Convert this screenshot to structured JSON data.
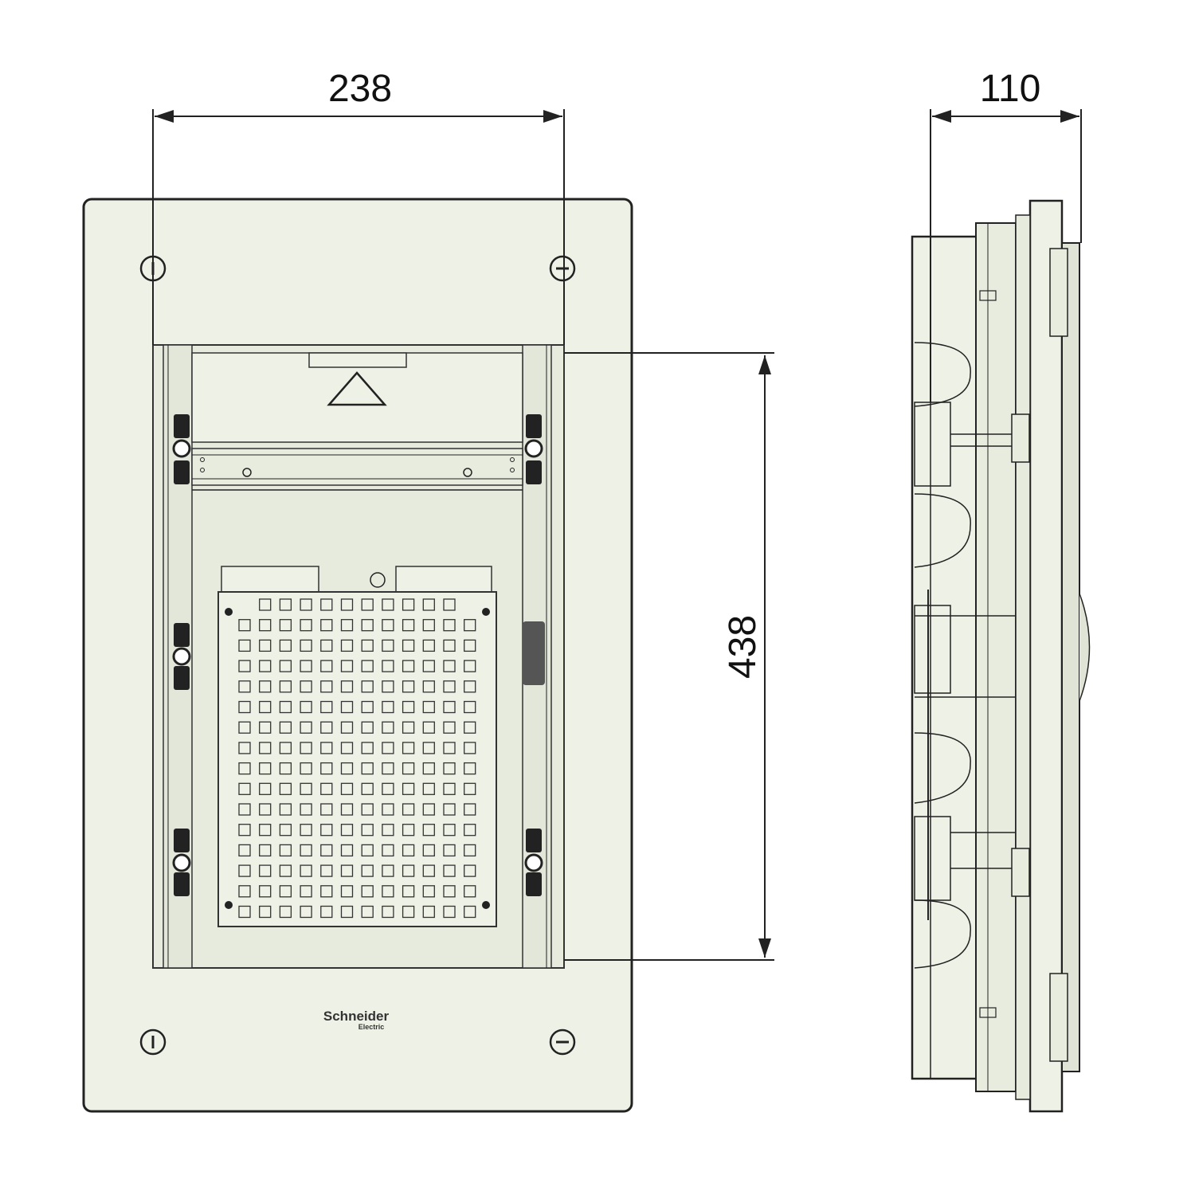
{
  "dimensions": {
    "front_width": "238",
    "front_height": "438",
    "side_depth": "110"
  },
  "logo": {
    "line1": "Schneider",
    "line2": "Electric"
  },
  "colors": {
    "panel_fill": "#eef1e6",
    "outline": "#222222"
  }
}
